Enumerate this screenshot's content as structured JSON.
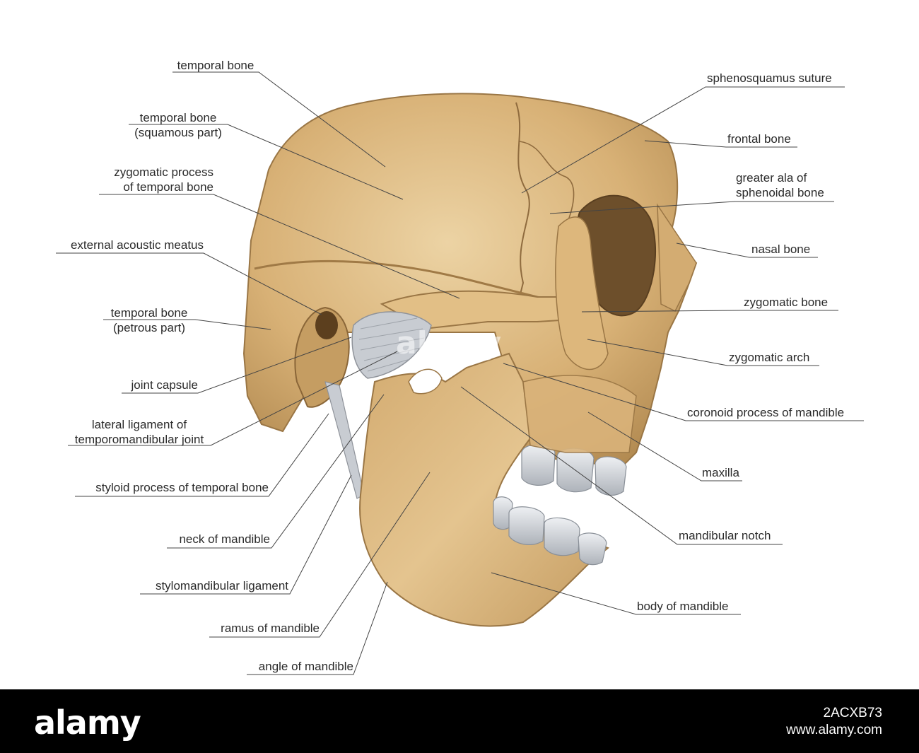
{
  "labels_left": [
    {
      "id": "temporal-bone",
      "lines": [
        "temporal bone"
      ]
    },
    {
      "id": "temporal-bone-squamous",
      "lines": [
        "temporal bone",
        "(squamous part)"
      ]
    },
    {
      "id": "zygomatic-process",
      "lines": [
        "zygomatic process",
        "of temporal bone"
      ]
    },
    {
      "id": "external-acoustic-meatus",
      "lines": [
        "external acoustic meatus"
      ]
    },
    {
      "id": "temporal-bone-petrous",
      "lines": [
        "temporal bone",
        "(petrous part)"
      ]
    },
    {
      "id": "joint-capsule",
      "lines": [
        "joint capsule"
      ]
    },
    {
      "id": "lateral-ligament",
      "lines": [
        "lateral ligament of",
        "temporomandibular joint"
      ]
    },
    {
      "id": "styloid-process",
      "lines": [
        "styloid process of temporal bone"
      ]
    },
    {
      "id": "neck-of-mandible",
      "lines": [
        "neck of mandible"
      ]
    },
    {
      "id": "stylomandibular-ligament",
      "lines": [
        "stylomandibular ligament"
      ]
    },
    {
      "id": "ramus-of-mandible",
      "lines": [
        "ramus of mandible"
      ]
    },
    {
      "id": "angle-of-mandible",
      "lines": [
        "angle of mandible"
      ]
    }
  ],
  "labels_right": [
    {
      "id": "sphenosquamus-suture",
      "lines": [
        "sphenosquamus suture"
      ]
    },
    {
      "id": "frontal-bone",
      "lines": [
        "frontal bone"
      ]
    },
    {
      "id": "greater-ala",
      "lines": [
        "greater ala of",
        "sphenoidal bone"
      ]
    },
    {
      "id": "nasal-bone",
      "lines": [
        "nasal bone"
      ]
    },
    {
      "id": "zygomatic-bone",
      "lines": [
        "zygomatic bone"
      ]
    },
    {
      "id": "zygomatic-arch",
      "lines": [
        "zygomatic arch"
      ]
    },
    {
      "id": "coronoid-process",
      "lines": [
        "coronoid process of mandible"
      ]
    },
    {
      "id": "maxilla",
      "lines": [
        "maxilla"
      ]
    },
    {
      "id": "mandibular-notch",
      "lines": [
        "mandibular notch"
      ]
    },
    {
      "id": "body-of-mandible",
      "lines": [
        "body of mandible"
      ]
    }
  ],
  "footer": {
    "logo": "alamy",
    "image_id": "2ACXB73",
    "url": "www.alamy.com",
    "watermark": "alamy"
  },
  "colors": {
    "bone": "#d9b27a",
    "bone_shadow": "#a8834e",
    "bone_highlight": "#ecd3a4",
    "leader_line": "#444444",
    "teeth": "#c9ccd1",
    "ligament": "#bfc3c8"
  }
}
